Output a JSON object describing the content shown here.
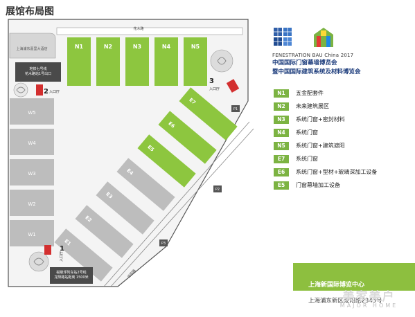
{
  "page": {
    "title": "展馆布局图"
  },
  "map": {
    "top_road": "花木路",
    "bottom_road": "龙阳路",
    "hotel": "上海浦东嘉里大酒店",
    "metro_north": "地铁七号线\n花木路站1号出口",
    "metro_south": "磁悬浮列车站2号线\n龙阳路站距离 1500米",
    "entrance_2": "2",
    "entrance_2_label": "入口厅",
    "entrance_3": "3",
    "entrance_3_label": "入口厅",
    "entrance_1": "1",
    "entrance_1_label": "入口厅",
    "halls_north": [
      "N1",
      "N2",
      "N3",
      "N4",
      "N5"
    ],
    "halls_west": [
      "W5",
      "W4",
      "W3",
      "W2",
      "W1"
    ],
    "halls_east_active": [
      "E7",
      "E6",
      "E5"
    ],
    "halls_east_inactive": [
      "E4",
      "E3",
      "E2",
      "E1"
    ],
    "parking": [
      "P1",
      "P2",
      "P3"
    ]
  },
  "exhibition": {
    "name_en": "FENESTRATION BAU China 2017",
    "name_cn_line1": "中国国际门窗幕墙博览会",
    "name_cn_line2": "暨中国国际建筑系统及材料博览会"
  },
  "legend": [
    {
      "code": "N1",
      "label": "五金配套件"
    },
    {
      "code": "N2",
      "label": "未来建筑展区"
    },
    {
      "code": "N3",
      "label": "系统门窗+密封材料"
    },
    {
      "code": "N4",
      "label": "系统门窗"
    },
    {
      "code": "N5",
      "label": "系统门窗+建筑遮阳"
    },
    {
      "code": "E7",
      "label": "系统门窗"
    },
    {
      "code": "E6",
      "label": "系统门窗+型材+玻璃深加工设备"
    },
    {
      "code": "E5",
      "label": "门窗幕墙加工设备"
    }
  ],
  "venue": {
    "name": "上海新国际博览中心",
    "address": "上海浦东新区龙阳路2345号"
  },
  "watermark": {
    "cn": "美家美户",
    "en": "MAJOR HOME"
  },
  "colors": {
    "green": "#8dc63f",
    "gray": "#bdbdbd",
    "red": "#d32f2f"
  }
}
